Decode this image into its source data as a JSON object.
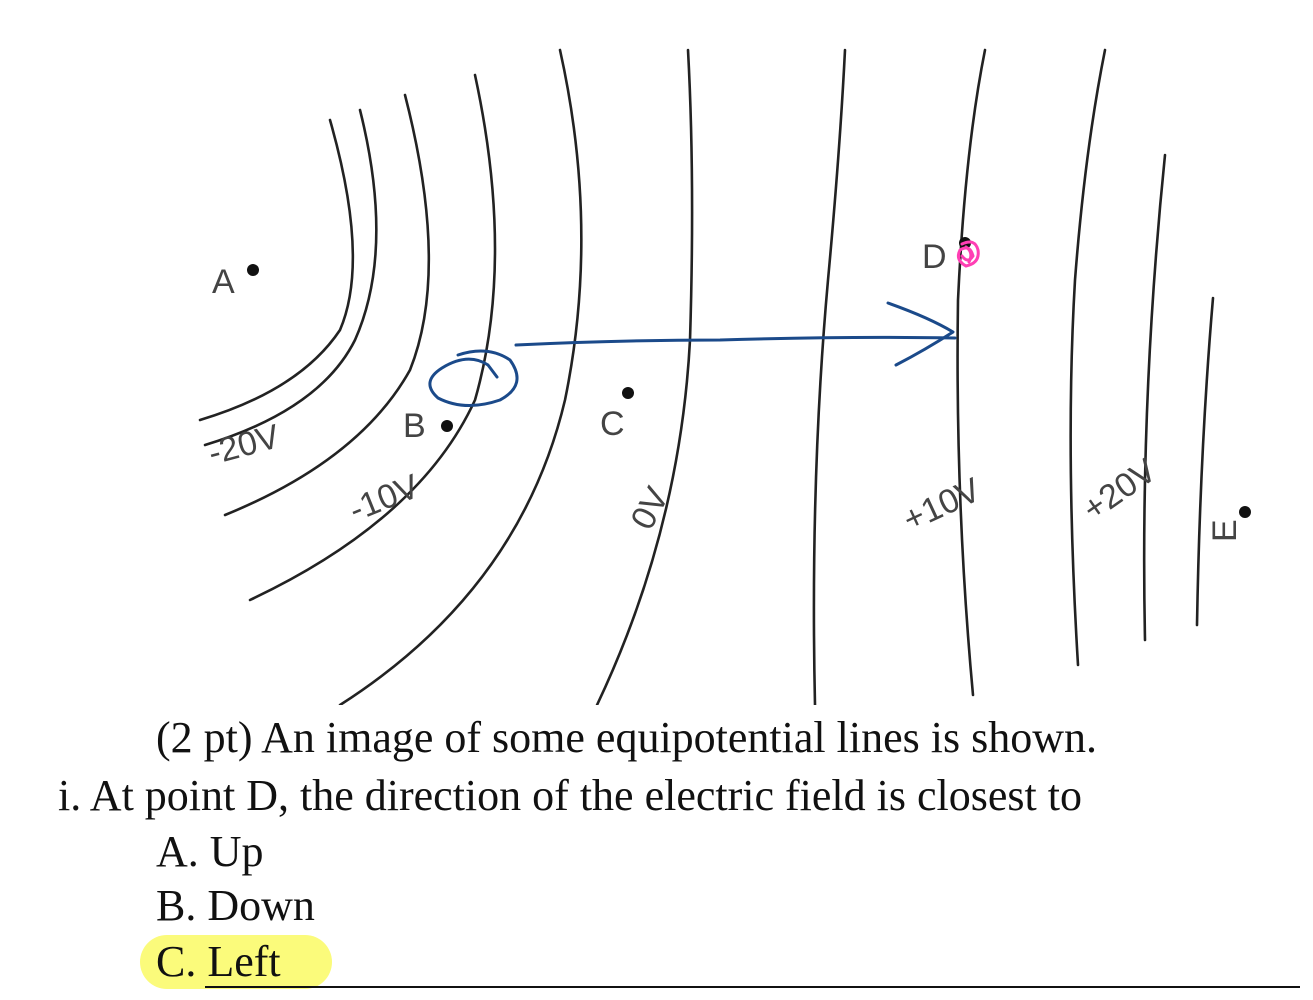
{
  "diagram": {
    "points": {
      "a": "A",
      "b": "B",
      "c": "C",
      "d": "D",
      "e": "E"
    },
    "potentials": {
      "minus20": "-20V",
      "minus10": "-10V",
      "zero": "0V",
      "plus10": "+10V",
      "plus20": "+20V"
    },
    "colors": {
      "lines": "#222222",
      "ink_arrow": "#1b4a8a",
      "ink_mark": "#ff3fb4"
    }
  },
  "question": {
    "intro": "(2 pt) An image of some equipotential lines is shown.",
    "prompt": "i. At point D, the direction of the electric field is closest to",
    "options": {
      "a": "A. Up",
      "b": "B. Down",
      "c": "C. Left"
    },
    "highlight_color": "#fbfb7b"
  }
}
